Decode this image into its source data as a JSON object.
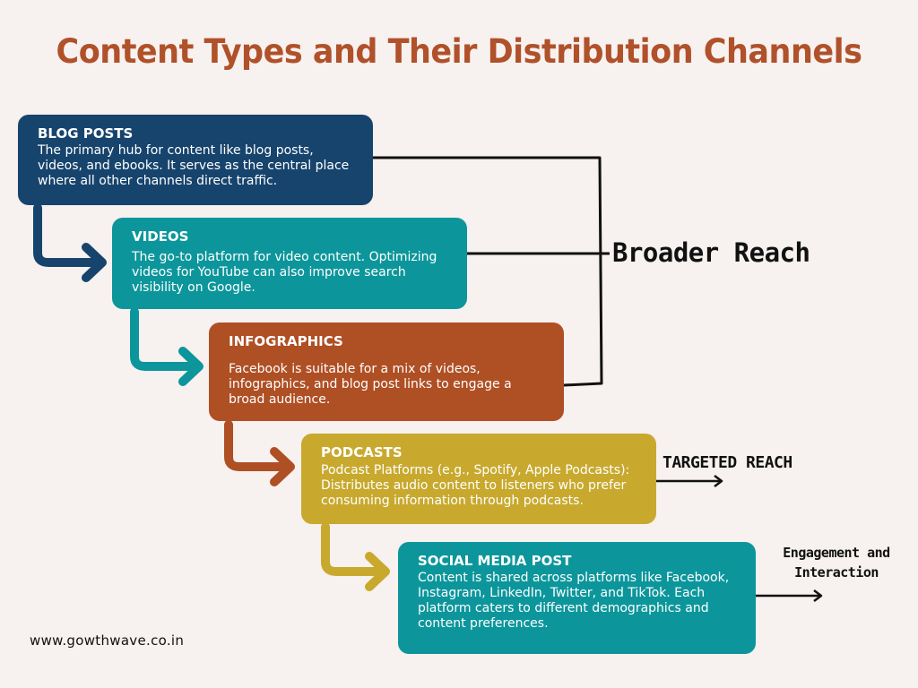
{
  "title": "Content Types and Their Distribution Channels",
  "boxes": [
    {
      "heading": "BLOG POSTS",
      "body": "The primary hub for content like blog posts, videos, and ebooks. It serves as the central place where all other channels direct traffic.",
      "color": "#17446d"
    },
    {
      "heading": "VIDEOS",
      "body": "The go-to platform for video content. Optimizing videos for YouTube can also improve search visibility on Google.",
      "color": "#0c969b"
    },
    {
      "heading": "INFOGRAPHICS",
      "body": "Facebook is suitable for a mix of videos, infographics, and blog post links to engage a broad audience.",
      "color": "#af4f24"
    },
    {
      "heading": "PODCASTS",
      "body": "Podcast Platforms (e.g., Spotify, Apple Podcasts): Distributes audio content to listeners who prefer consuming information through podcasts.",
      "color": "#c8a92e"
    },
    {
      "heading": "SOCIAL MEDIA POST",
      "body": "Content is shared across platforms like Facebook, Instagram, LinkedIn, Twitter, and TikTok. Each platform caters to different demographics and content preferences.",
      "color": "#0c969b"
    }
  ],
  "labels": {
    "broader_reach": "Broader Reach",
    "targeted_reach": "TARGETED REACH",
    "engagement": "Engagement and Interaction"
  },
  "website": "www.gowthwave.co.in",
  "colors": {
    "background": "#f7f1ef",
    "title": "#b0512a",
    "connector": "#111111"
  }
}
